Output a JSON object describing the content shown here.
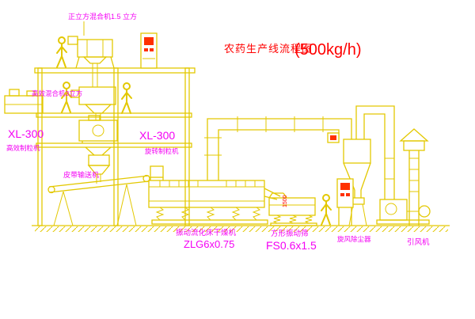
{
  "colors": {
    "line": "#e3c800",
    "label_magenta": "#f400f4",
    "label_red": "#ff0000",
    "cabinet_red": "#ff3000",
    "background": "#ffffff"
  },
  "title": {
    "text": "农药生产线流程图",
    "capacity": "(500kg/h)"
  },
  "annotations": {
    "top_mixer_note": "正立方混合机1.5 立方",
    "mixer_note": "高效混合机3立方",
    "granulator_left": {
      "model": "XL-300",
      "name": "高效制粒机"
    },
    "granulator_center": {
      "model": "XL-300",
      "name": "旋转制粒机"
    },
    "belt_conveyor": "皮带输送机",
    "dryer": {
      "name": "振动流化床干燥机",
      "model": "ZLG6x0.75"
    },
    "sieve": {
      "name": "方形振动筛",
      "model": "FS0.6x1.5",
      "dimension": "1500"
    },
    "cyclone": "旋风除尘器",
    "fan": "引风机"
  }
}
